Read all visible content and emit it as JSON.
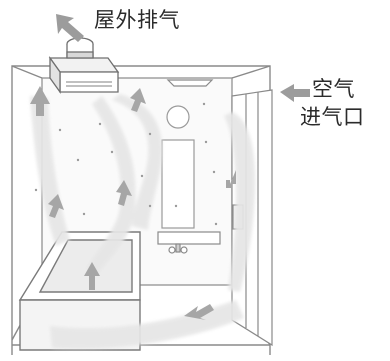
{
  "labels": {
    "exhaust": "屋外排气",
    "intake_line1": "空气",
    "intake_line2": "进气口"
  },
  "colors": {
    "outline": "#8a8a8a",
    "airflow": "#e6e6e6",
    "arrow": "#a6a6a6",
    "text": "#2b2b2b"
  },
  "icons": {
    "exhaust_arrow": "arrow-up-left-icon",
    "intake_arrow": "arrow-left-icon",
    "ventilation_fan": "ventilation-fan-icon",
    "ceiling_light": "ceiling-light-icon"
  }
}
